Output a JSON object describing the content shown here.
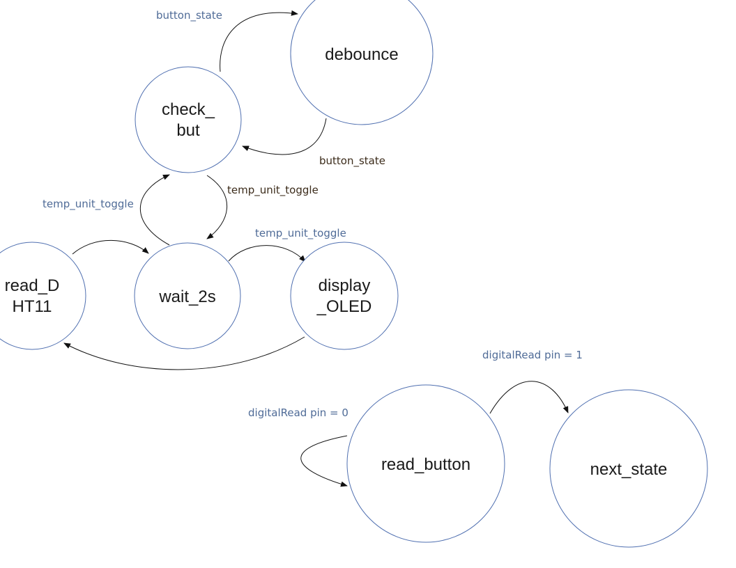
{
  "nodes": {
    "debounce": "debounce",
    "check_but_line1": "check_",
    "check_but_line2": "but",
    "read_dht11_line1": "read_D",
    "read_dht11_line2": "HT11",
    "wait_2s": "wait_2s",
    "display_oled_line1": "display",
    "display_oled_line2": "_OLED",
    "read_button": "read_button",
    "next_state": "next_state"
  },
  "edges": {
    "check_to_debounce": "button_state",
    "debounce_to_check": "button_state",
    "check_to_wait": "temp_unit_toggle",
    "wait_to_check": "temp_unit_toggle",
    "wait_to_display": "temp_unit_toggle",
    "read_button_self": "digitalRead pin = 0",
    "read_button_to_next": "digitalRead pin = 1"
  },
  "colors": {
    "node_border": "#4f6fb0",
    "label_blue": "#4f6b97",
    "label_dark": "#3b2b1a",
    "arrow": "#111111"
  }
}
